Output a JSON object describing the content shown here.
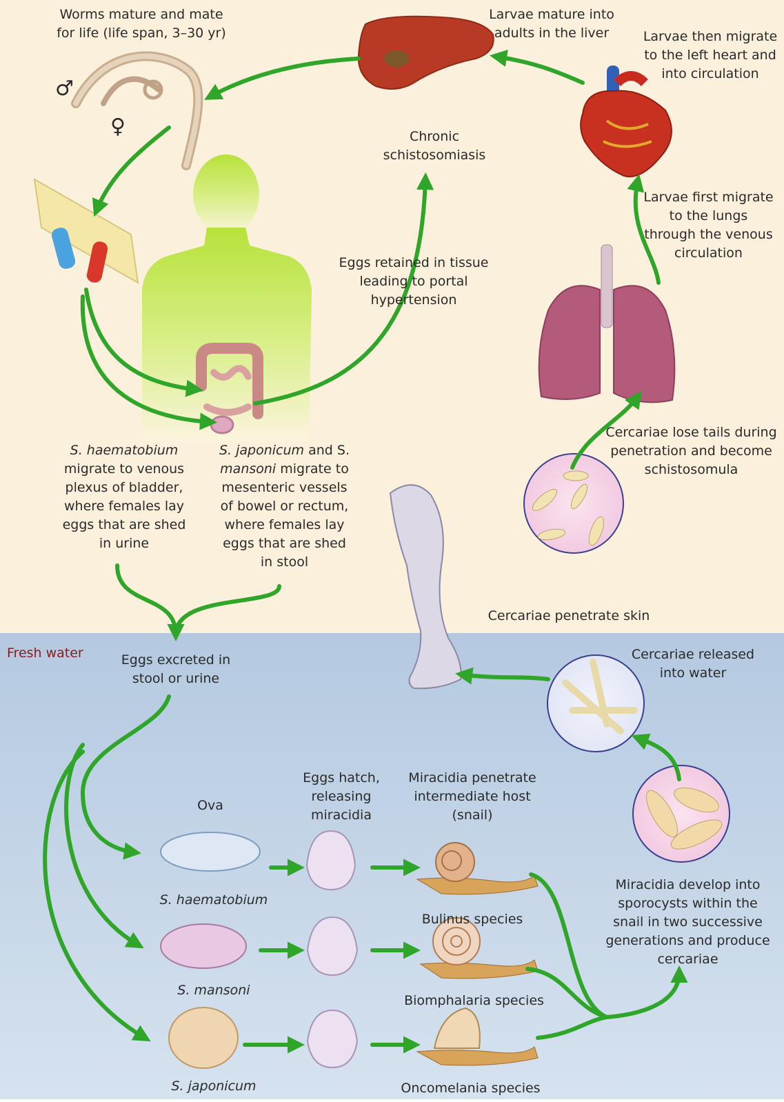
{
  "regions": {
    "fresh_water_label": "Fresh water",
    "colors": {
      "land": "#faf0dc",
      "water": "#b4c9e0",
      "arrow": "#2fa52a",
      "fresh_water_text": "#8b1a1a"
    }
  },
  "labels": {
    "worms_mature": [
      "Worms mature and mate",
      "for life (life span, 3–30 yr)"
    ],
    "male_symbol": "♂",
    "female_symbol": "♀",
    "larvae_liver": [
      "Larvae mature into",
      "adults in the liver"
    ],
    "larvae_heart": [
      "Larvae then migrate",
      "to the left heart and",
      "into circulation"
    ],
    "chronic": [
      "Chronic",
      "schistosomiasis"
    ],
    "larvae_lungs": [
      "Larvae first migrate",
      "to the lungs",
      "through the venous",
      "circulation"
    ],
    "eggs_retained": [
      "Eggs retained in tissue",
      "leading to portal",
      "hypertension"
    ],
    "cercariae_lose_tails": [
      "Cercariae lose tails during",
      "penetration and become",
      "schistosomula"
    ],
    "haematobium_migrate": {
      "line1_italic": "S. haematobium",
      "lines": [
        "migrate to venous",
        "plexus of bladder,",
        "where females lay",
        "eggs that are shed",
        "in urine"
      ]
    },
    "japonicum_migrate": {
      "line1_italic": "S. japonicum",
      "line1_plain": " and S.",
      "line2_italic": "mansoni",
      "line2_plain": " migrate to",
      "lines": [
        "mesenteric vessels",
        "of bowel or rectum,",
        "where females lay",
        "eggs that are shed",
        "in stool"
      ]
    },
    "cercariae_penetrate": "Cercariae penetrate skin",
    "eggs_excreted": [
      "Eggs excreted in",
      "stool or urine"
    ],
    "cercariae_released": [
      "Cercariae released",
      "into water"
    ],
    "eggs_hatch": [
      "Eggs hatch,",
      "releasing",
      "miracidia"
    ],
    "miracidia_penetrate": [
      "Miracidia penetrate",
      "intermediate host",
      "(snail)"
    ],
    "ova": "Ova",
    "miracidia_develop": [
      "Miracidia develop into",
      "sporocysts within the",
      "snail in two successive",
      "generations and produce",
      "cercariae"
    ],
    "species_haematobium": "S. haematobium",
    "species_mansoni": "S. mansoni",
    "species_japonicum": "S. japonicum",
    "snail_bulinus": "Bulinus species",
    "snail_biomphalaria": "Biomphalaria species",
    "snail_oncomelania": "Oncomelania species"
  }
}
